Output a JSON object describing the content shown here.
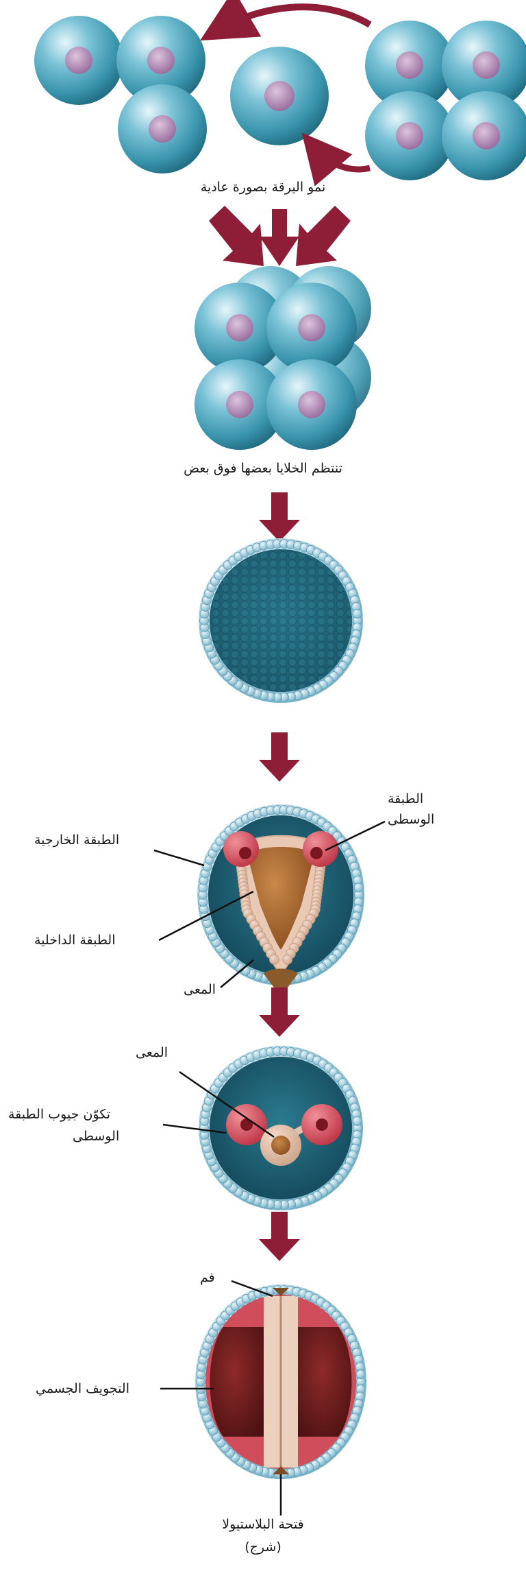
{
  "captions": {
    "step1": "نمو اليرقة بصورة عادية",
    "step2": "تنتظم الخلايا بعضها فوق بعض",
    "blastopore_line1": "فتحة البلاستيولا",
    "blastopore_line2": "(شرج)"
  },
  "labels": {
    "mesoderm_line1": "الطبقة",
    "mesoderm_line2": "الوسطى",
    "ectoderm": "الطبقة الخارجية",
    "endoderm": "الطبقة الداخلية",
    "gut1": "المعى",
    "gut2": "المعى",
    "pouches_line1": "تكوّن جيوب الطبقة",
    "pouches_line2": "الوسطى",
    "mouth": "فم",
    "coelom": "التجويف الجسمي"
  },
  "colors": {
    "cell": "#3e9cb4",
    "nucleus": "#b48ab7",
    "arrow": "#8e1e38",
    "ectoderm_bead": "#9ecfe2",
    "interior": "#1c5c70",
    "mesoderm": "#d2505e",
    "endoderm_bead": "#e6c8b0",
    "gut_fill": "#b06a2c"
  }
}
